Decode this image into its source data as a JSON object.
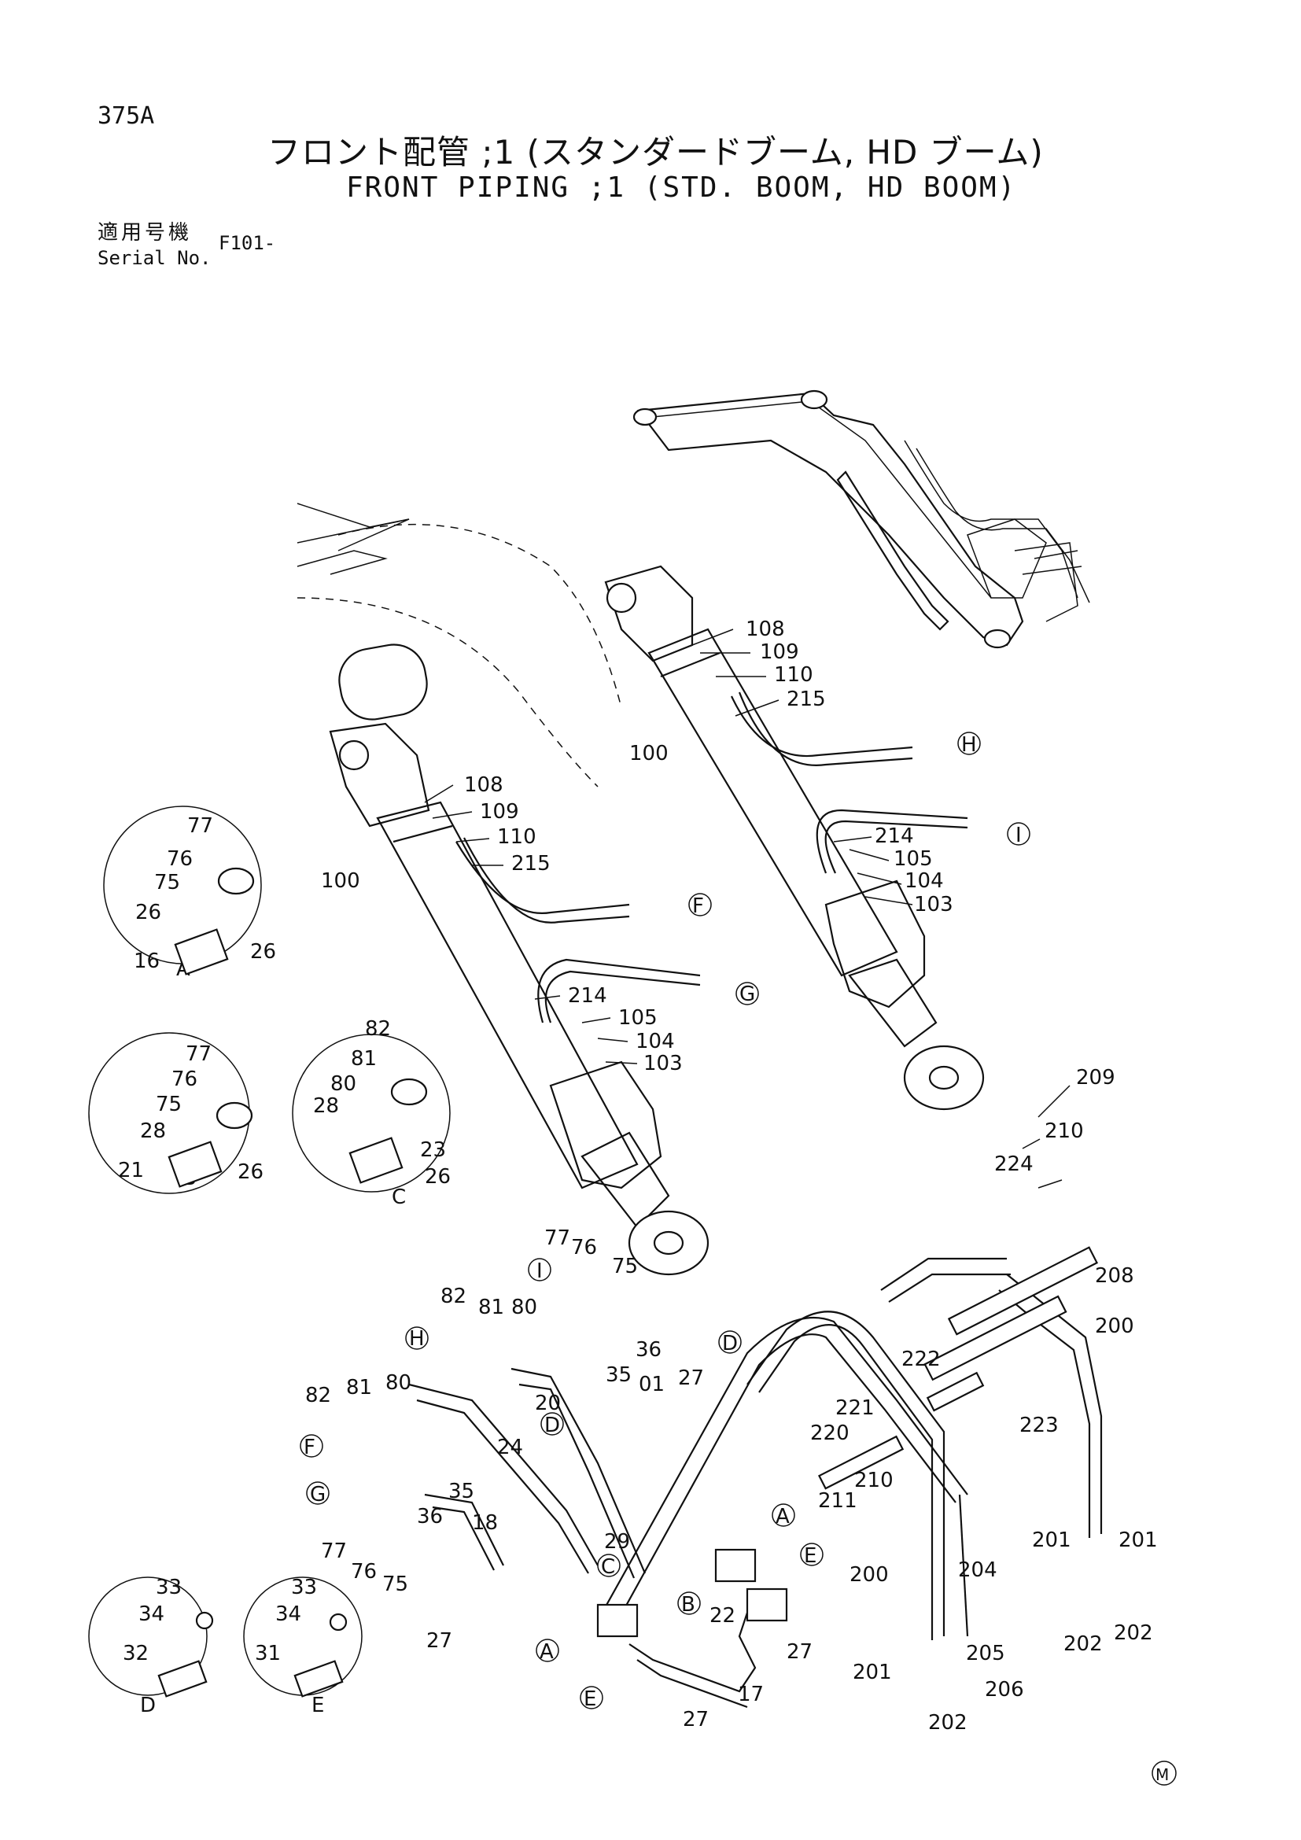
{
  "header": {
    "page_number": "375A",
    "title_jp": "フロント配管 ;1 (スタンダードブーム, HD ブーム)",
    "title_en": "FRONT PIPING ;1 (STD. BOOM, HD BOOM)",
    "serial_label_jp": "適用号機",
    "serial_label_en": "Serial No.",
    "serial_value": "F101-"
  },
  "detail_views": {
    "A": {
      "label": "A",
      "parts": [
        "77",
        "76",
        "75",
        "26",
        "16",
        "26"
      ]
    },
    "B": {
      "label": "B",
      "parts": [
        "77",
        "76",
        "75",
        "28",
        "21",
        "26"
      ]
    },
    "C": {
      "label": "C",
      "parts": [
        "82",
        "81",
        "80",
        "28",
        "23",
        "26"
      ]
    },
    "D": {
      "label": "D",
      "parts": [
        "33",
        "34",
        "32"
      ]
    },
    "E": {
      "label": "E",
      "parts": [
        "33",
        "34",
        "31"
      ]
    }
  },
  "connectors": [
    "A",
    "B",
    "C",
    "D",
    "E",
    "F",
    "G",
    "H",
    "I"
  ],
  "part_labels": [
    "108",
    "109",
    "110",
    "215",
    "100",
    "214",
    "105",
    "104",
    "103",
    "108",
    "109",
    "110",
    "215",
    "100",
    "214",
    "105",
    "104",
    "103",
    "77",
    "76",
    "75",
    "82",
    "81",
    "80",
    "36",
    "35",
    "20",
    "01",
    "27",
    "82",
    "81",
    "80",
    "24",
    "35",
    "36",
    "29",
    "18",
    "77",
    "76",
    "75",
    "27",
    "22",
    "17",
    "27",
    "27",
    "209",
    "210",
    "224",
    "208",
    "200",
    "222",
    "223",
    "221",
    "220",
    "210",
    "211",
    "200",
    "204",
    "201",
    "201",
    "202",
    "202",
    "201",
    "205",
    "206",
    "202"
  ],
  "footer_mark": "M"
}
